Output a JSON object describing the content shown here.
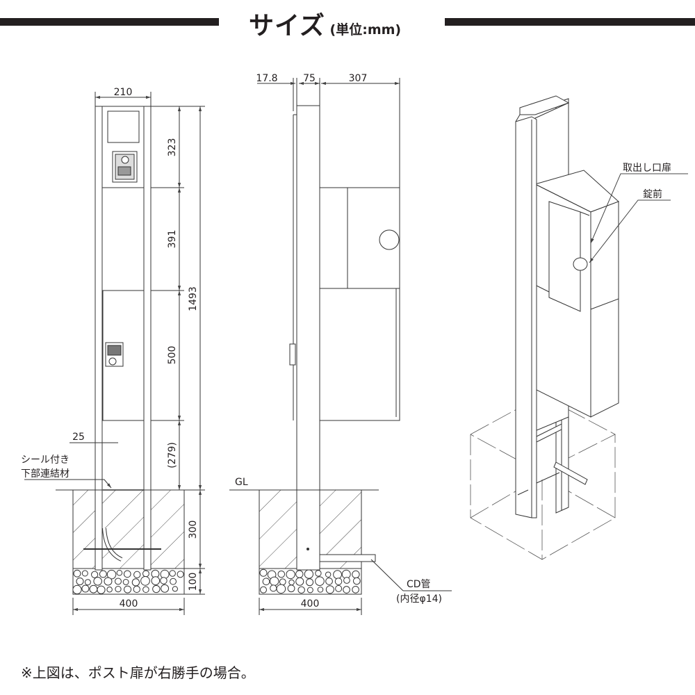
{
  "header": {
    "title": "サイズ",
    "unit": "(単位:mm)"
  },
  "front_view": {
    "width_label": "210",
    "dims": {
      "intercom": "323",
      "middle": "391",
      "box": "500",
      "gap": "(279)",
      "total": "1493",
      "depth": "300",
      "gravel": "100",
      "foundation_width": "400",
      "post_width": "25"
    },
    "callout_line1": "シール付き",
    "callout_line2": "下部連結材"
  },
  "side_view": {
    "dims": {
      "a": "17.8",
      "b": "75",
      "c": "307",
      "foundation_width": "400"
    },
    "gl_label": "GL",
    "pipe_label": "CD管",
    "pipe_spec": "(内径φ14)"
  },
  "iso_view": {
    "door_label": "取出し口扉",
    "lock_label": "錠前"
  },
  "footer": {
    "note": "※上図は、ポスト扉が右勝手の場合。"
  },
  "colors": {
    "ink": "#231f20",
    "line": "#555555"
  }
}
